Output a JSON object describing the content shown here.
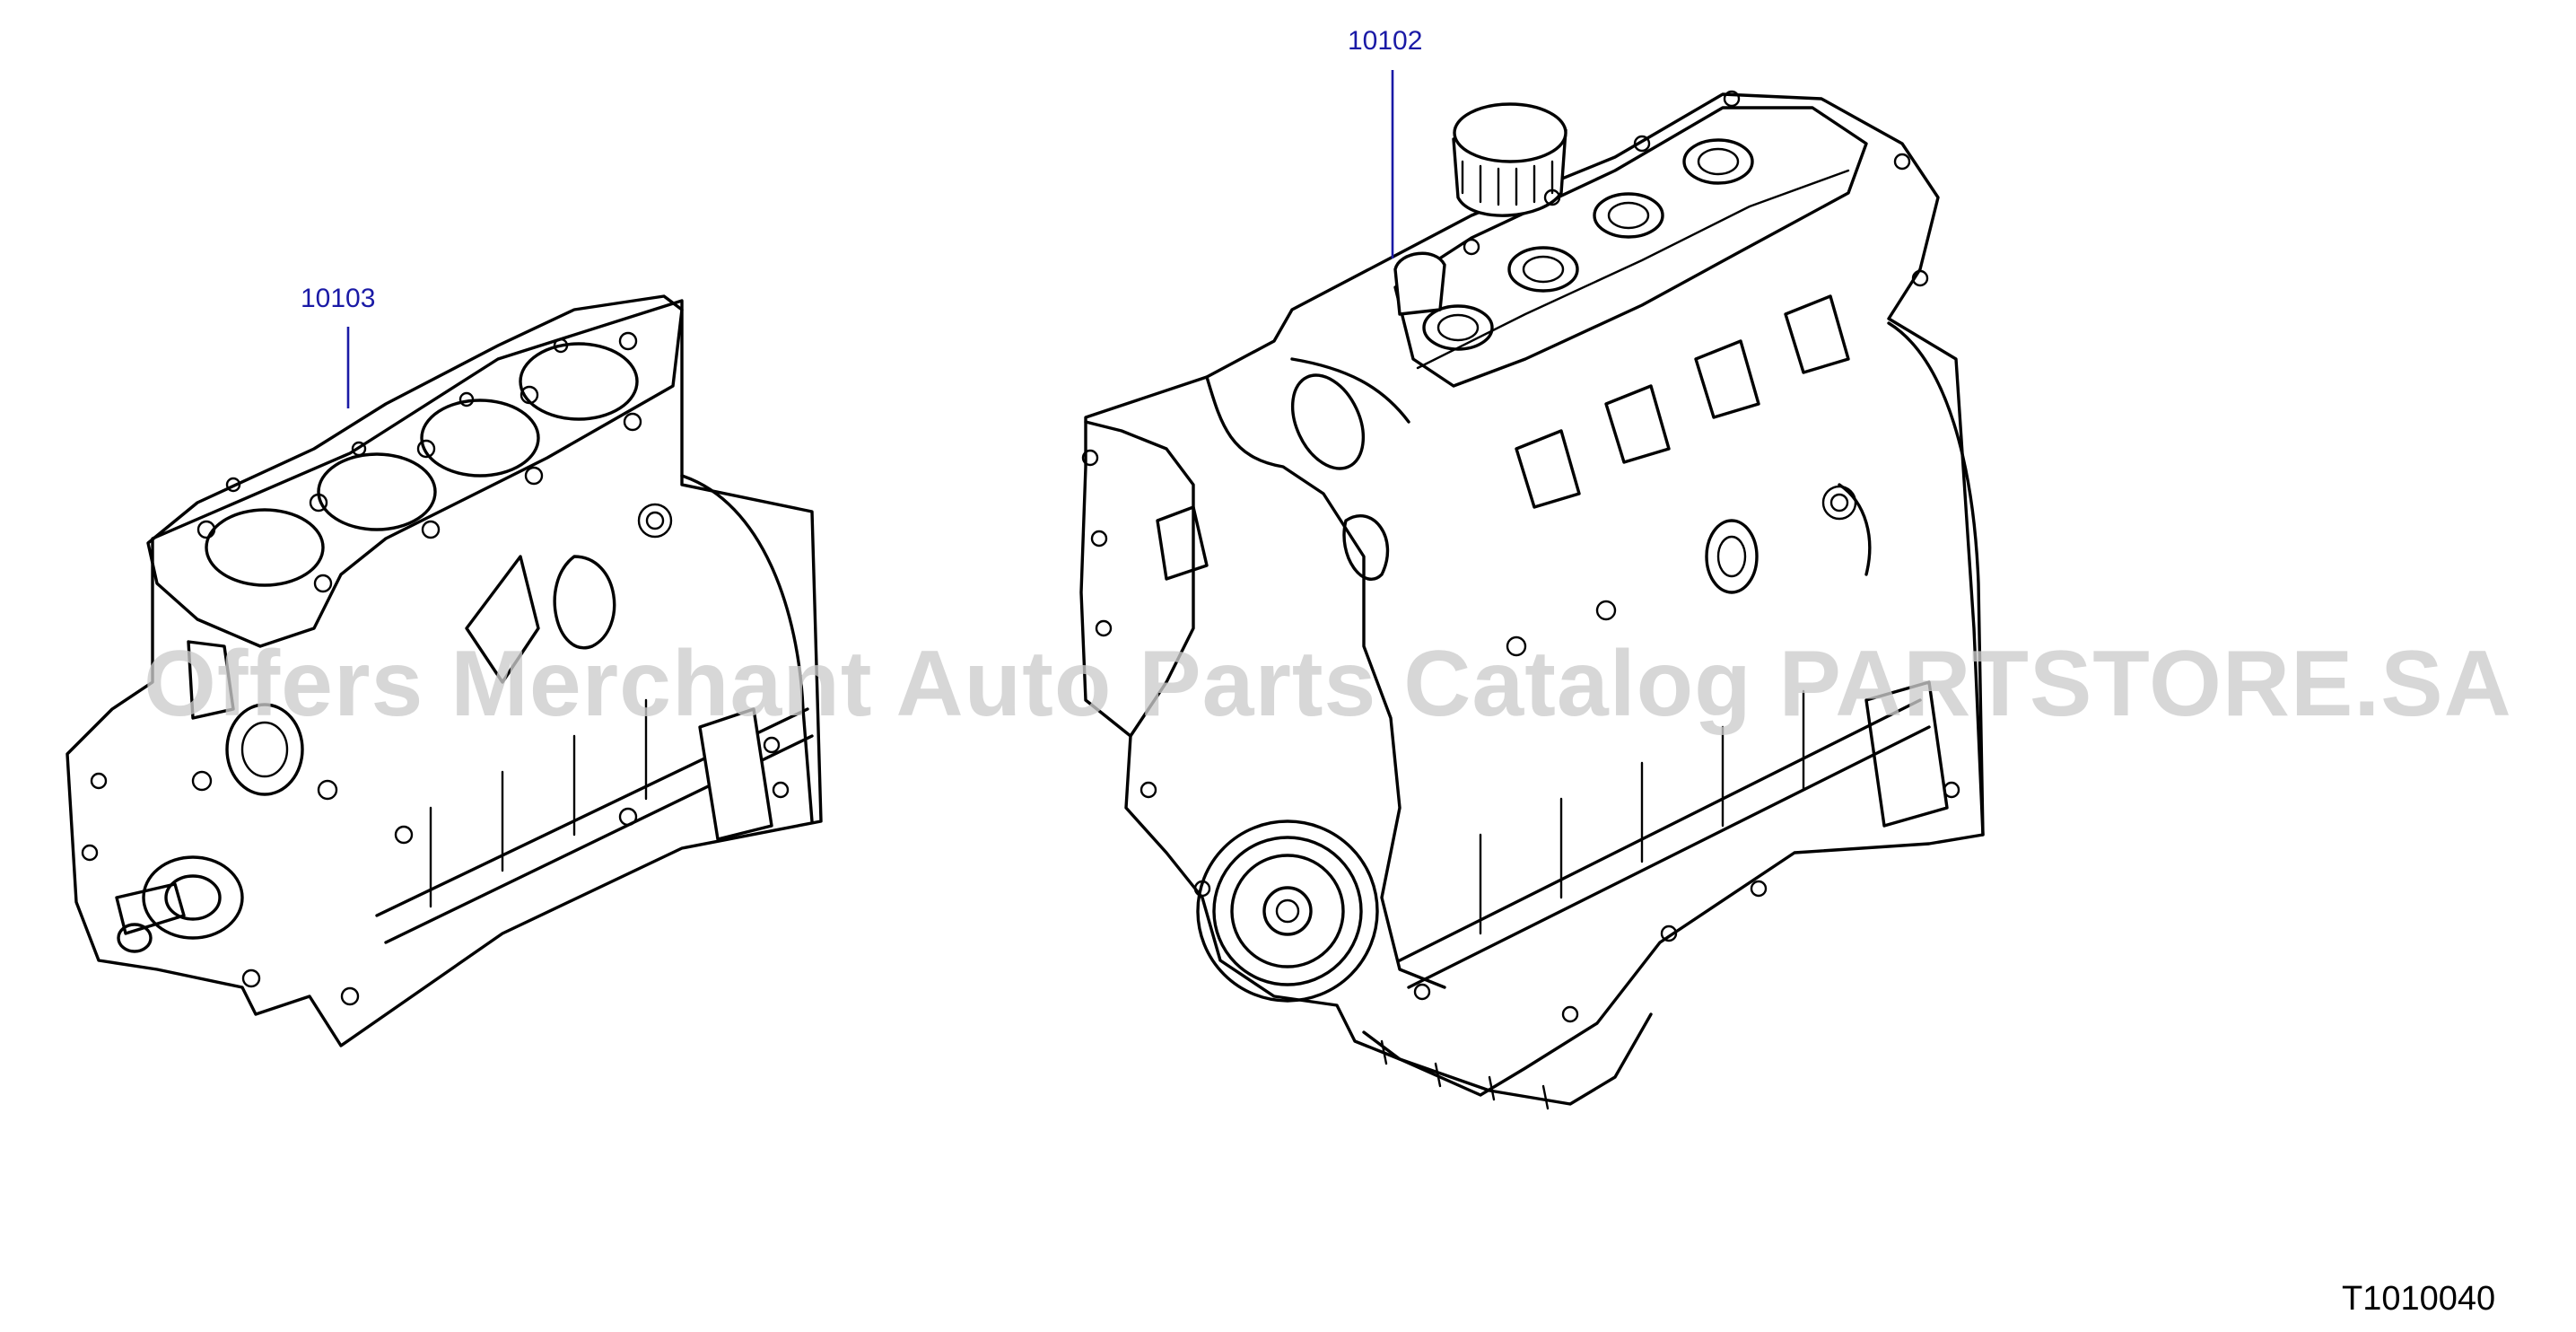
{
  "callouts": {
    "cylinder_head_assembly": "10102",
    "cylinder_block_assembly": "10103"
  },
  "figure_id": "T1010040",
  "watermark": "Offers Merchant Auto Parts Catalog PARTSTORE.SA",
  "colors": {
    "callout": "#1a1aa6",
    "line_art": "#000000",
    "watermark": "#cccccc",
    "background": "#ffffff"
  }
}
